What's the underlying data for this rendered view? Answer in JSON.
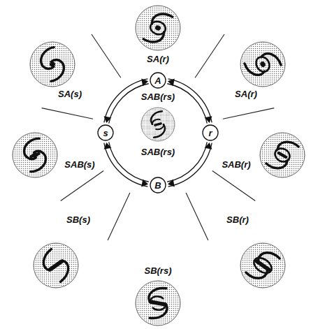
{
  "diagram": {
    "nodes": [
      {
        "text": [
          "A"
        ]
      },
      {
        "text": [
          "s"
        ]
      },
      {
        "text": [
          "r"
        ]
      },
      {
        "text": [
          "B"
        ]
      }
    ],
    "edges": [
      {
        "from": 0,
        "to": 1,
        "arrow": "both"
      },
      {
        "from": 1,
        "to": 3,
        "arrow": "both"
      },
      {
        "from": 3,
        "to": 2,
        "arrow": "both"
      },
      {
        "from": 2,
        "to": 0,
        "arrow": "both"
      }
    ],
    "labels": [
      "SA(r)",
      "SA(s)",
      "SA(r)",
      "SAB(rs)",
      "SAB(s)",
      "SAB(r)",
      "SAB(rs)",
      "SB(s)",
      "SB(r)",
      "SB(rs)"
    ]
  }
}
